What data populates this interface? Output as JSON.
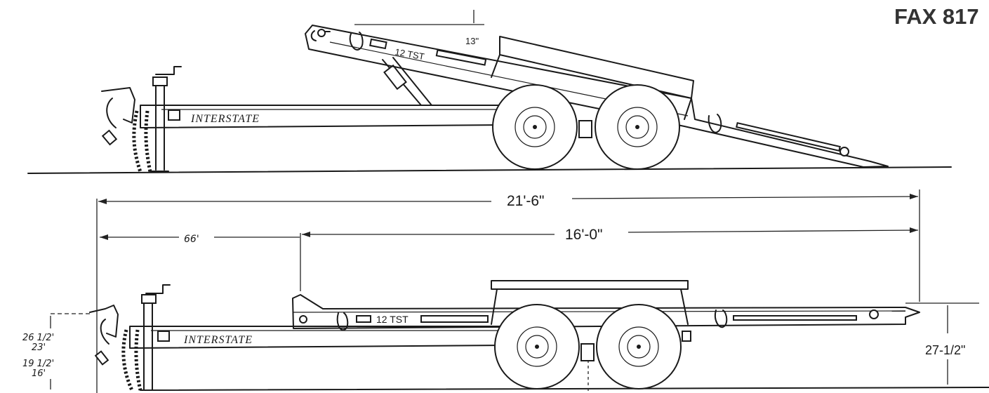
{
  "header": {
    "fax": "FAX 817"
  },
  "side_tilted": {
    "tilt_dimension": "13\"",
    "model_label": "12 TST",
    "brand": "INTERSTATE"
  },
  "side_level": {
    "model_label": "12 TST",
    "brand": "INTERSTATE"
  },
  "dimensions": {
    "overall_length": "21'-6\"",
    "deck_length": "16'-0\"",
    "tongue_length": "66'",
    "deck_height": "27-1/2\"",
    "coupler_heights": [
      "26 1/2'",
      "23'",
      "19 1/2'",
      "16'"
    ]
  },
  "colors": {
    "ink": "#1a1a1a",
    "paper": "#ffffff",
    "fax_text": "#333333"
  }
}
